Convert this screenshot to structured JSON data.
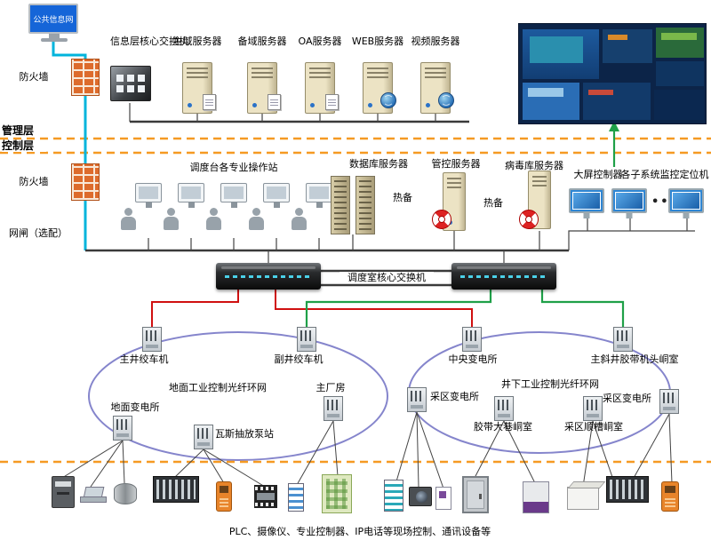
{
  "colors": {
    "cyan_line": "#00b4dc",
    "orange_dash": "#f59a23",
    "red_line": "#d01010",
    "green_line": "#1fa048",
    "ring_stroke": "#8585cc"
  },
  "top_left": {
    "public_info_screen": "公共信息网",
    "firewall_top": "防火墙",
    "info_core_switch": "信息层核心交换机"
  },
  "servers": {
    "items": [
      "主域服务器",
      "备域服务器",
      "OA服务器",
      "WEB服务器",
      "视频服务器"
    ]
  },
  "layers": {
    "management": "管理层",
    "control": "控制层"
  },
  "mid_left": {
    "firewall": "防火墙",
    "gateway": "网闸（选配）"
  },
  "operations": {
    "workstations_label": "调度台各专业操作站"
  },
  "mid_servers": {
    "database_label": "数据库服务器",
    "hot_standby_1": "热备",
    "control_label": "管控服务器",
    "hot_standby_2": "热备",
    "virus_label": "病毒库服务器"
  },
  "right_top": {
    "big_screen_controller": "大屏控制器",
    "subsystem_monitors": "各子系统监控定位机",
    "dots": "•••"
  },
  "core": {
    "dispatch_switch_label": "调度室核心交换机"
  },
  "left_ring": {
    "label": "地面工业控制光纤环网",
    "node_main_winch": "主井绞车机",
    "node_aux_winch": "副井绞车机",
    "node_surface_substation": "地面变电所",
    "node_gas_pump": "瓦斯抽放泵站",
    "node_main_plant": "主厂房"
  },
  "right_ring": {
    "label": "井下工业控制光纤环网",
    "node_central_substation": "中央变电所",
    "node_incline_belt": "主斜井胶带机头峒室",
    "node_mining_substation_left": "采区变电所",
    "node_belt_roadway": "胶带大巷峒室",
    "node_mining_substation_right": "采区变电所",
    "node_mining_gateway": "采区顺槽峒室"
  },
  "bottom": {
    "caption": "PLC、摄像仪、专业控制器、IP电话等现场控制、通讯设备等"
  }
}
